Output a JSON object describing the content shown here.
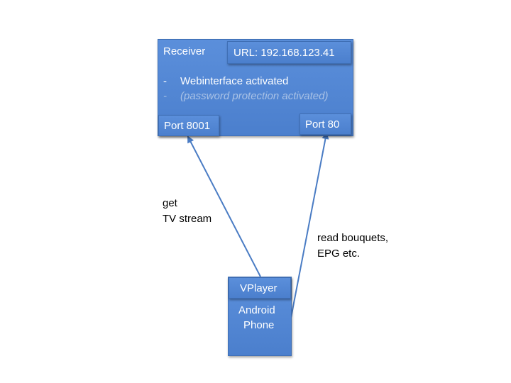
{
  "receiver": {
    "title": "Receiver",
    "url_label": "URL: 192.168.123.41",
    "bullets": [
      {
        "dash": "-",
        "text": "Webinterface activated"
      },
      {
        "dash": "-",
        "text": "(password protection activated)"
      }
    ],
    "port_left": "Port 8001",
    "port_right": "Port 80"
  },
  "phone": {
    "app_label": "VPlayer",
    "device_line1": "Android",
    "device_line2": "Phone"
  },
  "annotations": {
    "stream_line1": "get",
    "stream_line2": "TV stream",
    "bouquets_line1": "read bouquets,",
    "bouquets_line2": "EPG etc."
  },
  "colors": {
    "box_fill": "#4f84d2",
    "box_border": "#3f6fb5",
    "arrow": "#4a7cc4",
    "muted_text": "#a9c2e6"
  }
}
